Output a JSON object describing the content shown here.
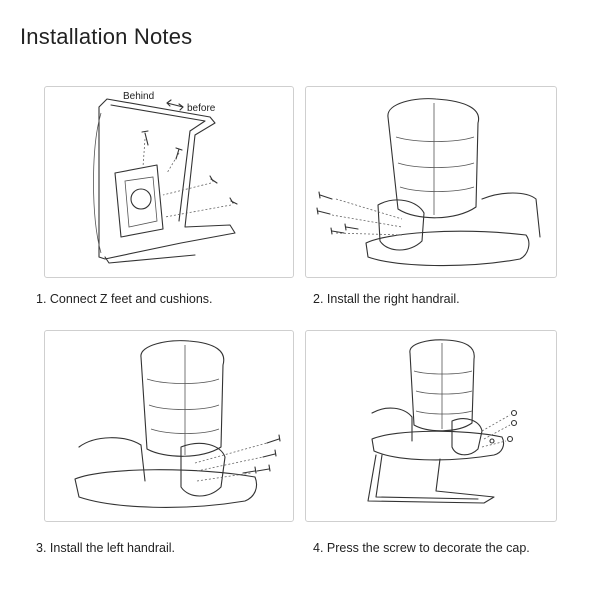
{
  "page_title": "Installation Notes",
  "steps": [
    {
      "caption": "1. Connect Z feet and cushions.",
      "labels": {
        "behind": "Behind",
        "before": "before"
      }
    },
    {
      "caption": "2. Install the right handrail."
    },
    {
      "caption": "3. Install the left handrail."
    },
    {
      "caption": "4. Press the screw to decorate the cap."
    }
  ],
  "colors": {
    "frame": "#cfcfcf",
    "line": "#333333",
    "text": "#222222",
    "background": "#ffffff"
  }
}
